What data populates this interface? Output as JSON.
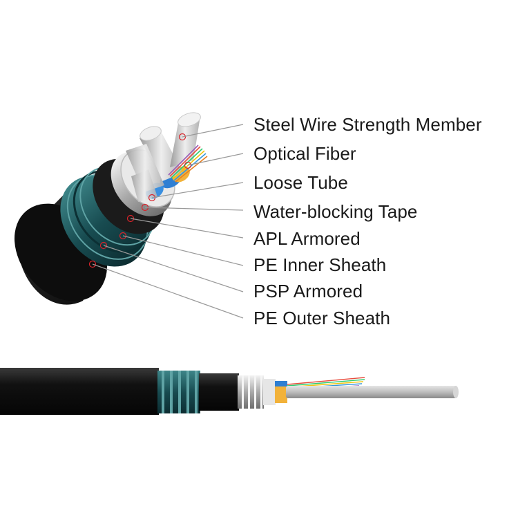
{
  "labels": [
    {
      "text": "Steel Wire Strength Member"
    },
    {
      "text": "Optical Fiber"
    },
    {
      "text": "Loose Tube"
    },
    {
      "text": "Water-blocking Tape"
    },
    {
      "text": "APL Armored"
    },
    {
      "text": "PE Inner Sheath"
    },
    {
      "text": "PSP Armored"
    },
    {
      "text": "PE Outer Sheath"
    }
  ],
  "colors": {
    "outer_sheath": "#151515",
    "psp_armor": "#1f5a5f",
    "inner_sheath": "#202020",
    "apl_armor": "#c9c9c9",
    "tape": "#eeeeee",
    "loose_tube": "#2f7fd3",
    "gel_fill": "#f2b23a",
    "steel_member": "#cfcfcf",
    "leader_line": "#9a9a9a",
    "marker": "#d9232a"
  }
}
